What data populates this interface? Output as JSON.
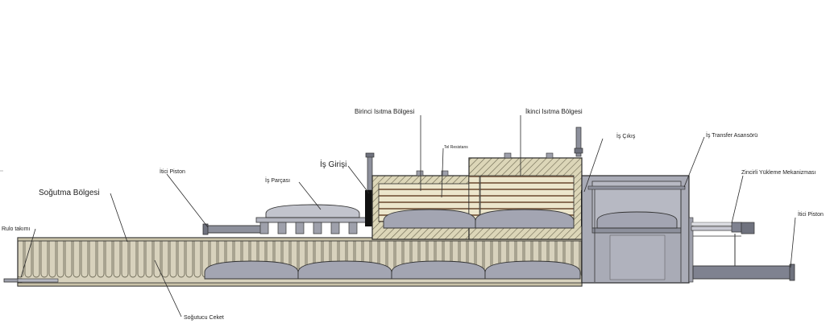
{
  "labels": {
    "birinci_isitma": "Birinci Isıtma Bölgesi",
    "ikinci_isitma": "İkinci Isıtma Bölgesi",
    "tel_resistans": "Tel Resistans",
    "is_cikis": "İş Çıkış",
    "is_transfer": "İş Transfer Asansörü",
    "zincirli": "Zincirli Yükleme Mekanizması",
    "itici_piston_right": "İtici Piston",
    "itici_piston_left": "İtici Piston",
    "is_girisi": "İş Girişi",
    "is_parcasi": "İş Parçası",
    "sogutma_bolgesi": "Soğutma Bölgesi",
    "rulo_takimi": "Rulo takımı",
    "sogutucu_ceket": "Soğutucu Ceket"
  },
  "colors": {
    "outline": "#2a2a2a",
    "cooling_fill": "#d8d2bd",
    "furnace_fill": "#dcd6b8",
    "insulation_fill": "#ece6cc",
    "hatch": "#6b6650",
    "steel": "#a9abb6",
    "steel_dark": "#8d909c",
    "workpiece": "#a3a5b2",
    "workpiece_light": "#c9cad3",
    "heater_coil": "#8a6f55",
    "door_black": "#111111",
    "conveyor_gray": "#7f8290"
  }
}
